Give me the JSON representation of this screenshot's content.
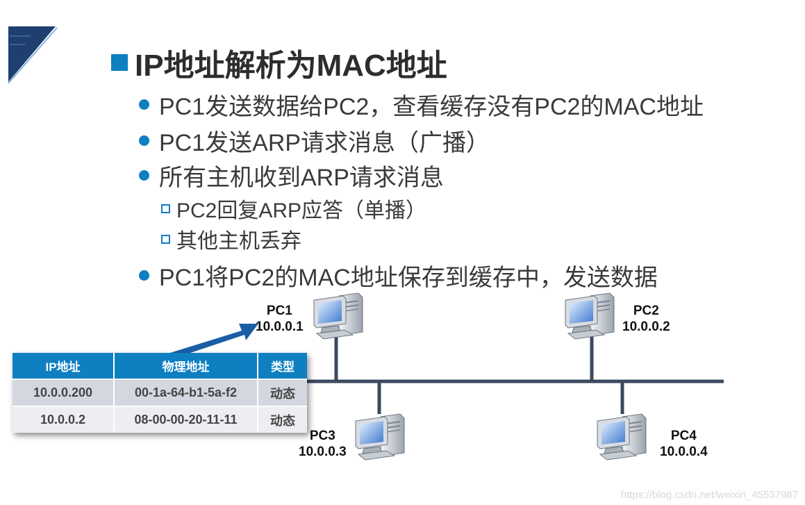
{
  "slide": {
    "title": "IP地址解析为MAC地址",
    "bullets": [
      "PC1发送数据给PC2，查看缓存没有PC2的MAC地址",
      "PC1发送ARP请求消息（广播）",
      "所有主机收到ARP请求消息"
    ],
    "sub_bullets": [
      "PC2回复ARP应答（单播）",
      "其他主机丢弃"
    ],
    "last_bullet": "PC1将PC2的MAC地址保存到缓存中，发送数据"
  },
  "hosts": [
    {
      "name": "PC1",
      "ip": "10.0.0.1"
    },
    {
      "name": "PC2",
      "ip": "10.0.0.2"
    },
    {
      "name": "PC3",
      "ip": "10.0.0.3"
    },
    {
      "name": "PC4",
      "ip": "10.0.0.4"
    }
  ],
  "arp_table": {
    "headers": [
      "IP地址",
      "物理地址",
      "类型"
    ],
    "rows": [
      [
        "10.0.0.200",
        "00-1a-64-b1-5a-f2",
        "动态"
      ],
      [
        "10.0.0.2",
        "08-00-00-20-11-11",
        "动态"
      ]
    ]
  },
  "watermark": "https://blog.csdn.net/weixin_45537987",
  "colors": {
    "accent": "#0e7fc1",
    "bus_line": "#3b4a60",
    "arrow": "#1a5fa6"
  }
}
